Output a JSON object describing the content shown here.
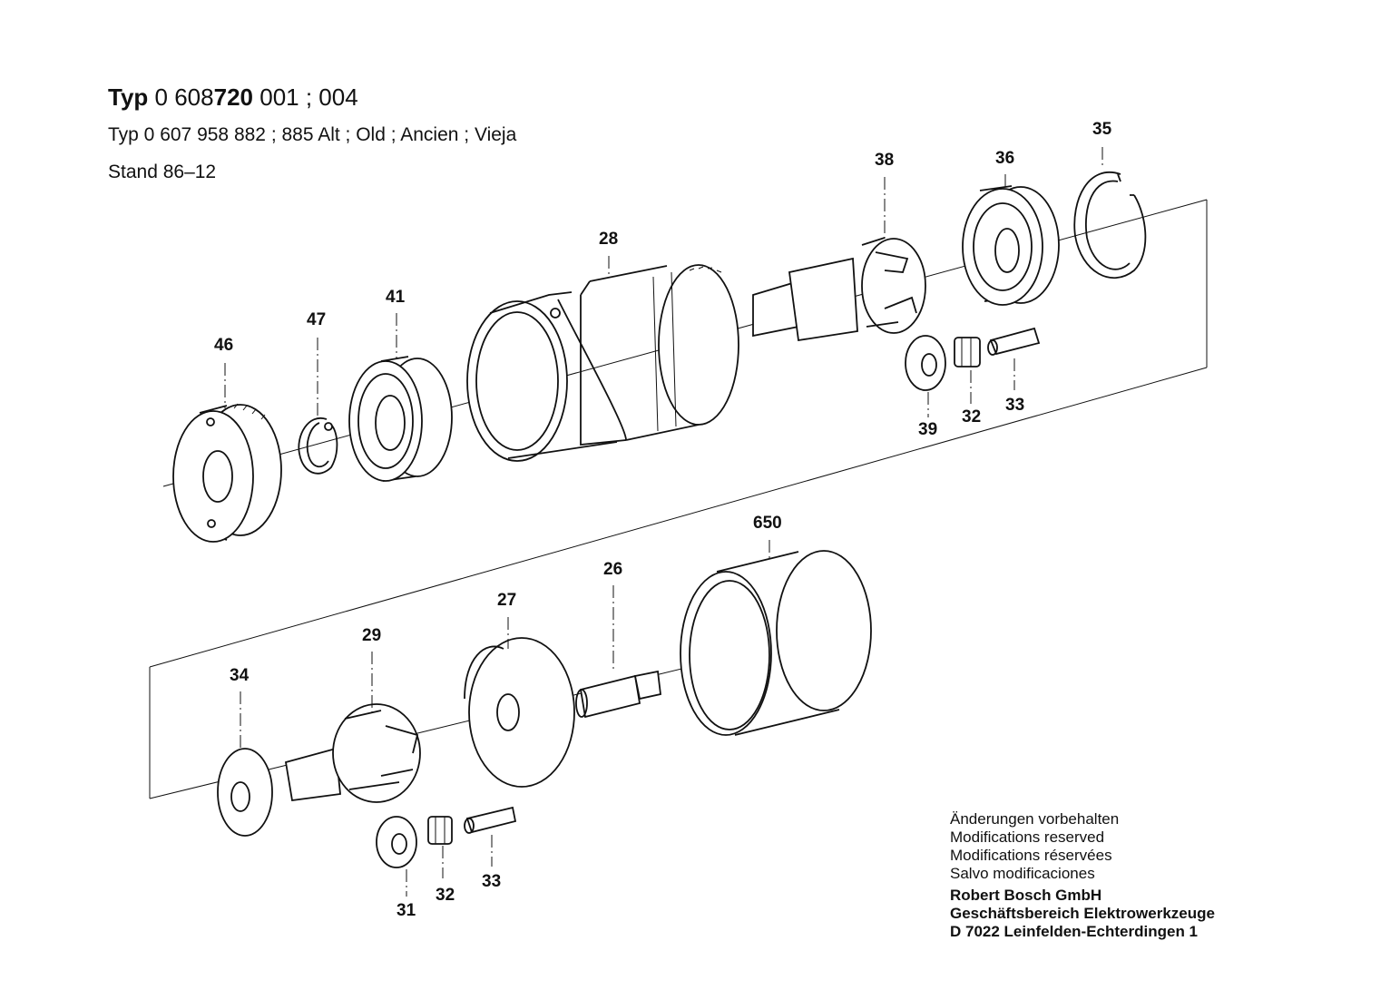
{
  "header": {
    "typ_word": "Typ",
    "typ_prefix": "0 608",
    "typ_main": "720",
    "typ_suffix": "001 ; 004",
    "line2": "Typ 0 607 958 882 ; 885  Alt ; Old ; Ancien ; Vieja",
    "line3": "Stand  86–12"
  },
  "parts": {
    "p46": "46",
    "p47": "47",
    "p41": "41",
    "p28": "28",
    "p38": "38",
    "p36": "36",
    "p35": "35",
    "p39": "39",
    "p32a": "32",
    "p33a": "33",
    "p650": "650",
    "p26": "26",
    "p27": "27",
    "p29": "29",
    "p34": "34",
    "p31": "31",
    "p32b": "32",
    "p33b": "33"
  },
  "notes": {
    "de": "Änderungen vorbehalten",
    "en": "Modifications reserved",
    "fr": "Modifications réservées",
    "es": "Salvo modificaciones",
    "company": "Robert Bosch GmbH",
    "division": "Geschäftsbereich Elektrowerkzeuge",
    "address": "D 7022 Leinfelden-Echterdingen 1"
  }
}
